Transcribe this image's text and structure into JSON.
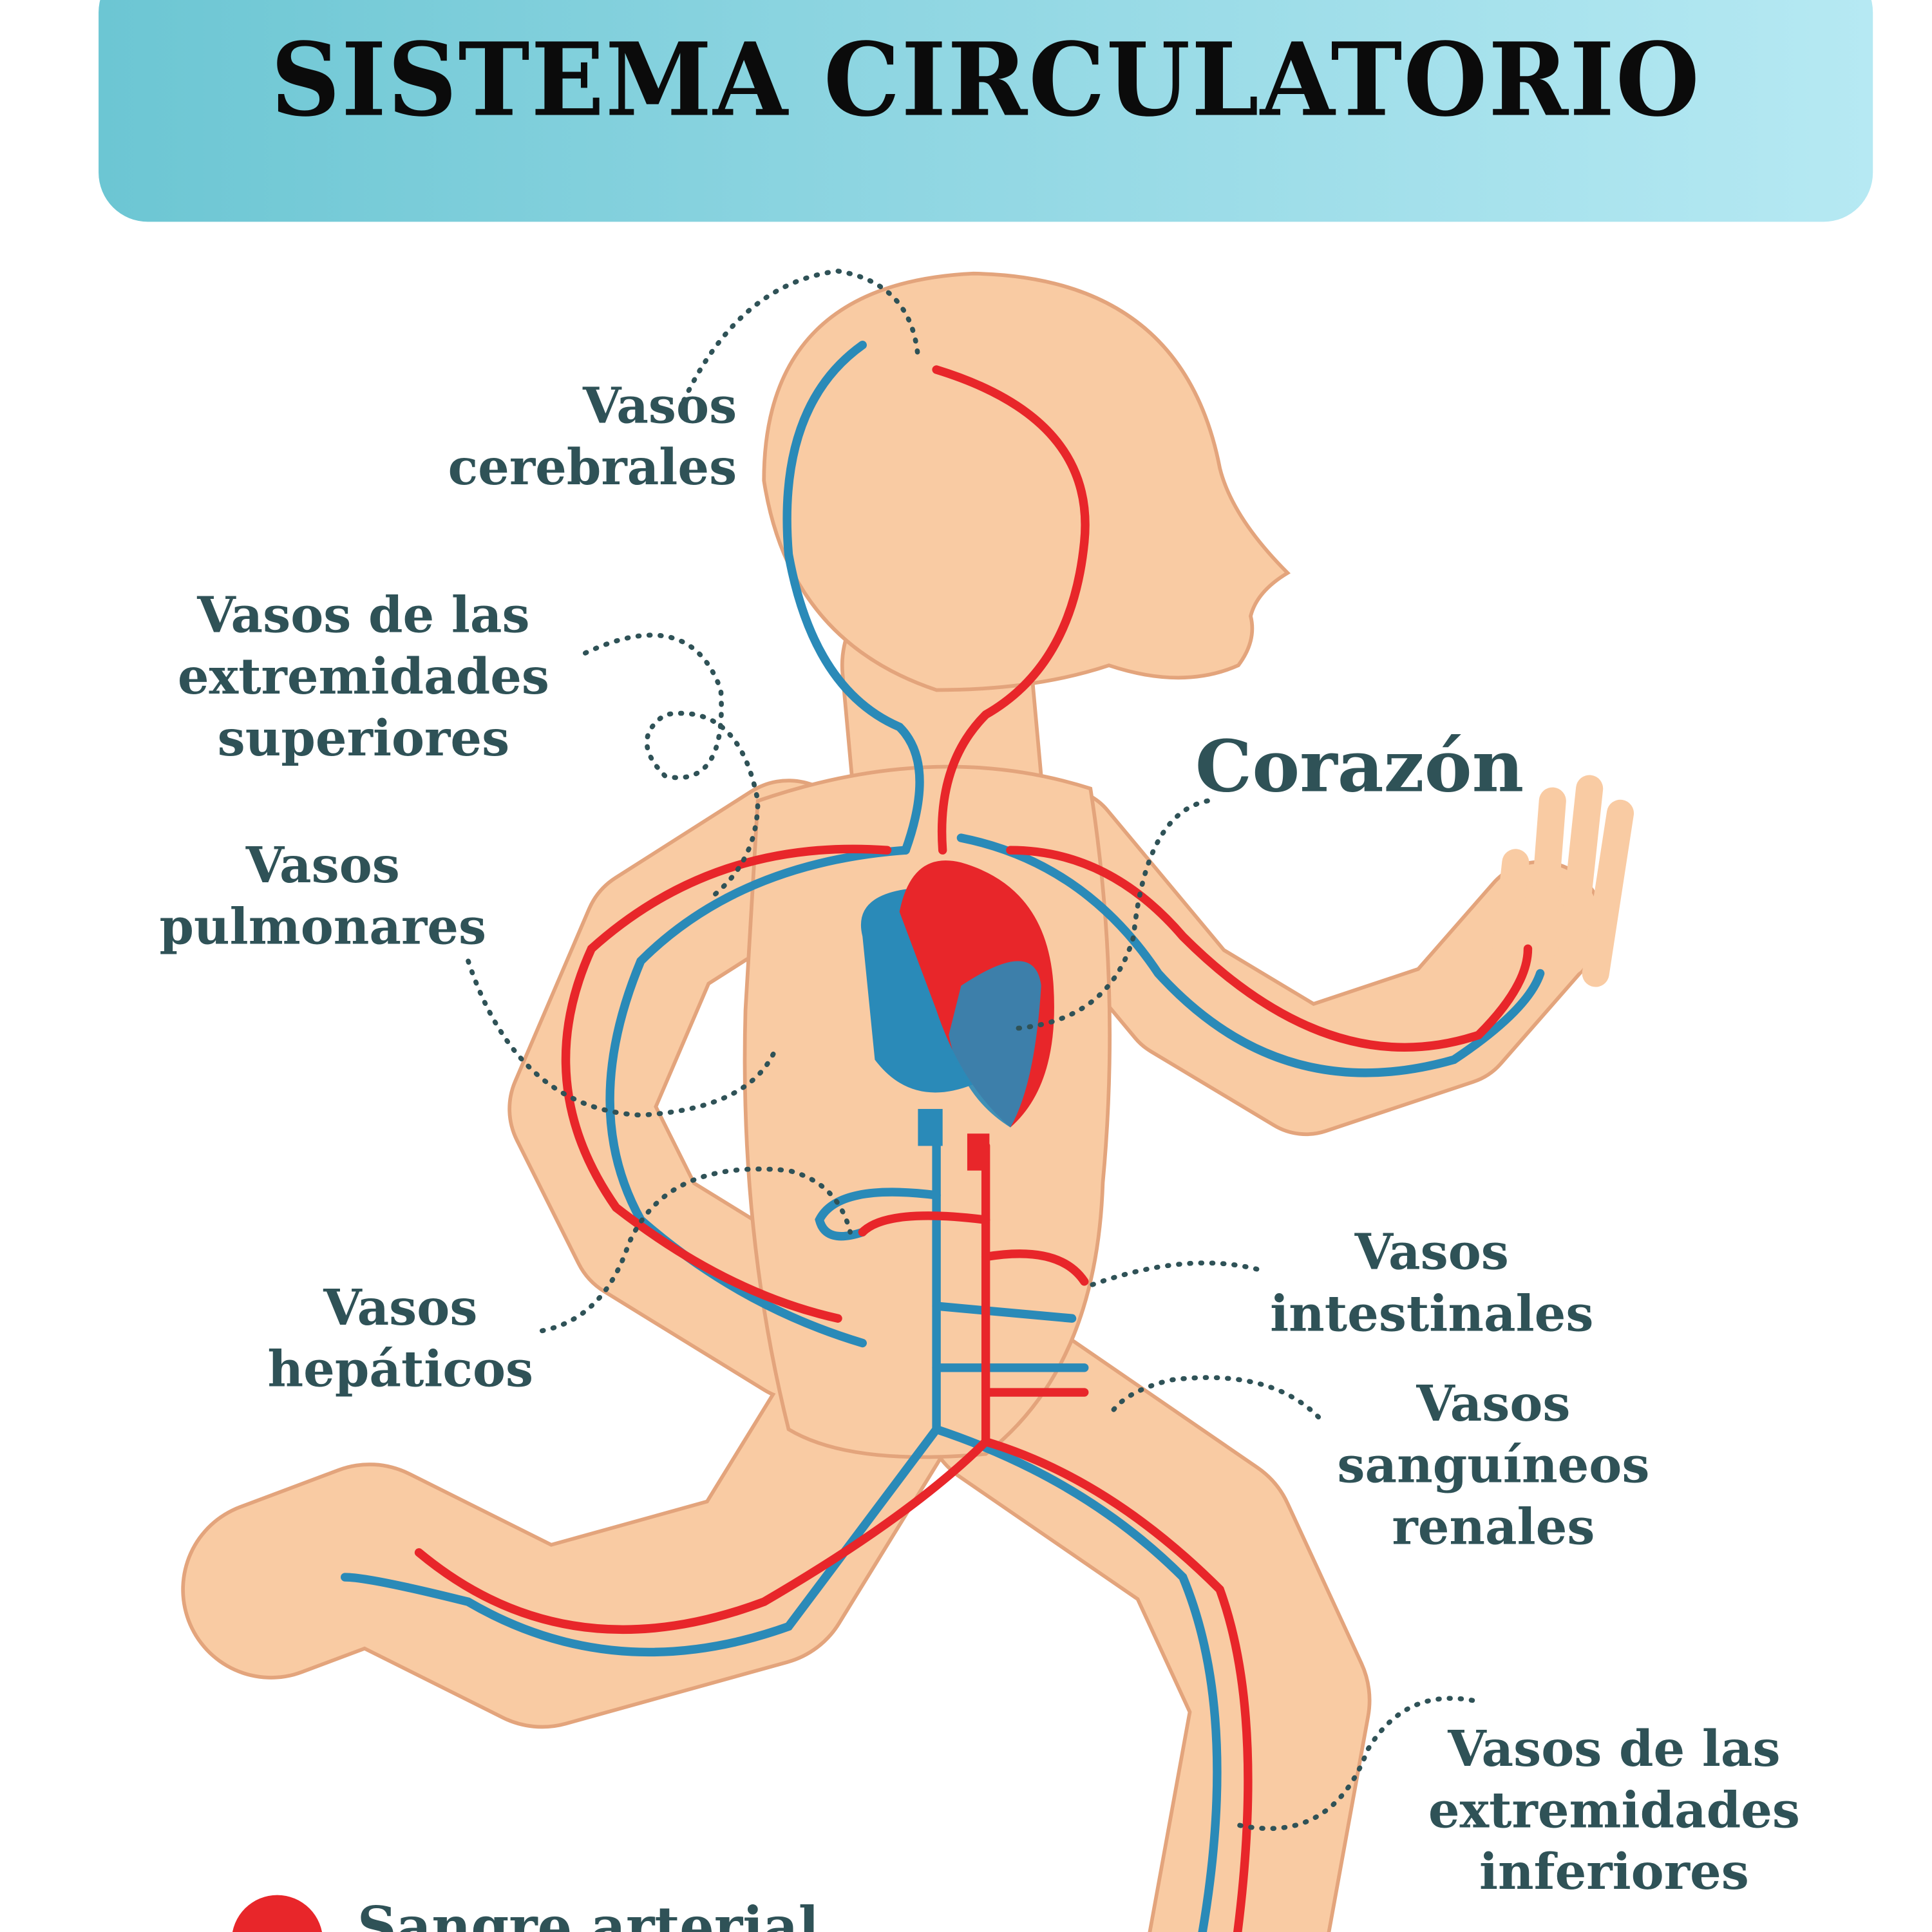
{
  "title": "SISTEMA CIRCULATORIO",
  "labels": {
    "cerebrales": [
      "Vasos",
      "cerebrales"
    ],
    "superiores": [
      "Vasos de las",
      "extremidades",
      "superiores"
    ],
    "pulmonares": [
      "Vasos",
      "pulmonares"
    ],
    "corazon": "Corazón",
    "hepaticos": [
      "Vasos",
      "hepáticos"
    ],
    "intestinales": [
      "Vasos",
      "intestinales"
    ],
    "renales": [
      "Vasos",
      "sanguíneos",
      "renales"
    ],
    "inferiores": [
      "Vasos de las",
      "extremidades",
      "inferiores"
    ]
  },
  "legend": {
    "arterial": "Sangre arterial"
  },
  "colors": {
    "artery": "#e8262a",
    "vein": "#2a8ab8",
    "skin": "#f9cba3",
    "text": "#2f5257"
  }
}
